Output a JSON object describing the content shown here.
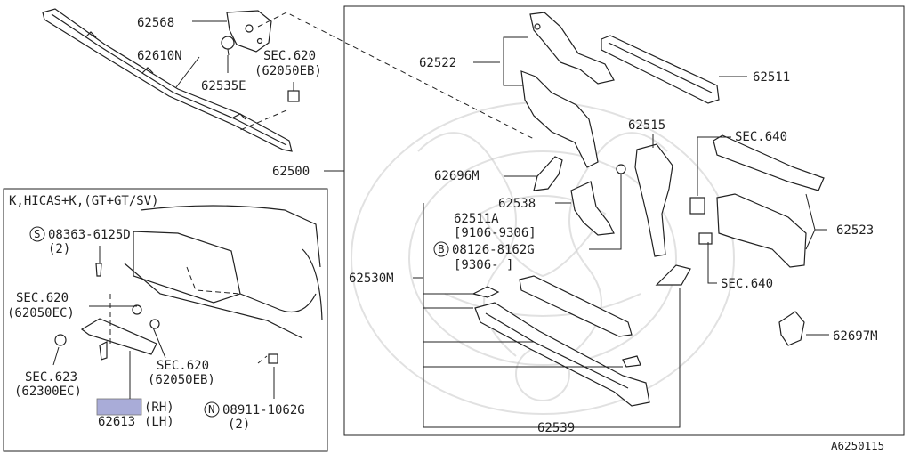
{
  "diagram_id": "A6250115",
  "inset": {
    "title": "K,HICAS+K,(GT+GT/SV)",
    "labels": {
      "screw_code": "08363-6125D",
      "screw_qty": "(2)",
      "screw_symbol": "S",
      "sec620_left": "SEC.620",
      "sec620_left_ref": "(62050EC)",
      "sec623": "SEC.623",
      "sec623_ref": "(62300EC)",
      "sec620_right": "SEC.620",
      "sec620_right_ref": "(62050EB)",
      "nut_code": "08911-1062G",
      "nut_qty": "(2)",
      "nut_symbol": "N",
      "rh": "(RH)",
      "lh_part": "62613",
      "lh": "(LH)"
    }
  },
  "labels": {
    "p62568": "62568",
    "p62610N": "62610N",
    "p62535E": "62535E",
    "sec620_top": "SEC.620",
    "sec620_top_ref": "(62050EB)",
    "p62500": "62500",
    "p62522": "62522",
    "p62511": "62511",
    "p62515": "62515",
    "sec640_top": "SEC.640",
    "p62696M": "62696M",
    "p62538": "62538",
    "p62511A": "62511A",
    "p62511A_date": "[9106-9306]",
    "bolt_code": "08126-8162G",
    "bolt_symbol": "B",
    "bolt_date": "[9306-     ]",
    "p62523": "62523",
    "p62530M": "62530M",
    "sec640_bottom": "SEC.640",
    "p62697M": "62697M",
    "p62539": "62539"
  }
}
